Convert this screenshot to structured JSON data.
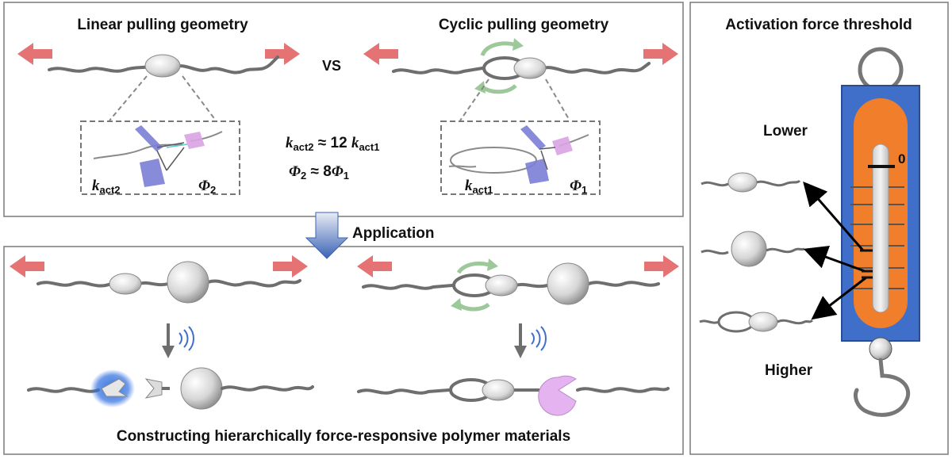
{
  "top_panel": {
    "linear_title": "Linear pulling geometry",
    "vs": "VS",
    "cyclic_title": "Cyclic pulling geometry",
    "linear_k_sym": "k",
    "linear_k_sub": "act2",
    "linear_phi_sym": "Φ",
    "linear_phi_sub": "2",
    "cyclic_k_sym": "k",
    "cyclic_k_sub": "act1",
    "cyclic_phi_sym": "Φ",
    "cyclic_phi_sub": "1",
    "eq1": {
      "k": "k",
      "sub_a": "act2",
      "mid": " ≈ 12 ",
      "k2": "k",
      "sub_b": "act1"
    },
    "eq2": {
      "phi": "Φ",
      "sub_a": "2",
      "mid": " ≈ 8",
      "phi2": "Φ",
      "sub_b": "1"
    }
  },
  "application_label": "Application",
  "bottom_panel": {
    "caption": "Constructing hierarchically force-responsive polymer materials"
  },
  "right_panel": {
    "title": "Activation force threshold",
    "lower": "Lower",
    "higher": "Higher",
    "zero": "0"
  },
  "colors": {
    "arrow_red": "#e57373",
    "rotate_green": "#9dc99a",
    "scale_blue": "#3f6fc9",
    "scale_orange": "#f07e2a",
    "pink_ball": "#e4b3f0",
    "blue_glow": "#2f6fe0"
  }
}
